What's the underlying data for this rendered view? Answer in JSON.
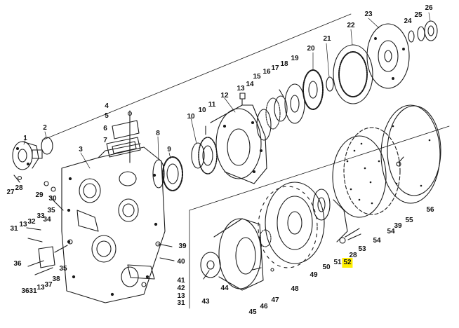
{
  "highlight_color": "#ffee00",
  "line_color": "#1a1a1a",
  "callouts": {
    "n1": "1",
    "n2": "2",
    "n3": "3",
    "n4": "4",
    "n5": "5",
    "n6": "6",
    "n7": "7",
    "n8": "8",
    "n9": "9",
    "n10": "10",
    "n11": "11",
    "n12": "12",
    "n13": "13",
    "n14": "14",
    "n15": "15",
    "n16": "16",
    "n17": "17",
    "n18": "18",
    "n19": "19",
    "n20": "20",
    "n21": "21",
    "n22": "22",
    "n23": "23",
    "n24": "24",
    "n25": "25",
    "n26": "26",
    "n27": "27",
    "n28": "28",
    "n29": "29",
    "n30": "30",
    "n31": "31",
    "n32": "32",
    "n33": "33",
    "n34": "34",
    "n35": "35",
    "n36": "36",
    "n37": "37",
    "n38": "38",
    "n39": "39",
    "n40": "40",
    "n41": "41",
    "n42": "42",
    "n43": "43",
    "n44": "44",
    "n45": "45",
    "n46": "46",
    "n47": "47",
    "n48": "48",
    "n49": "49",
    "n50": "50",
    "n51": "51",
    "n52": "52",
    "n53": "53",
    "n54": "54",
    "n55": "55",
    "n56": "56"
  },
  "highlighted_callout": "52"
}
